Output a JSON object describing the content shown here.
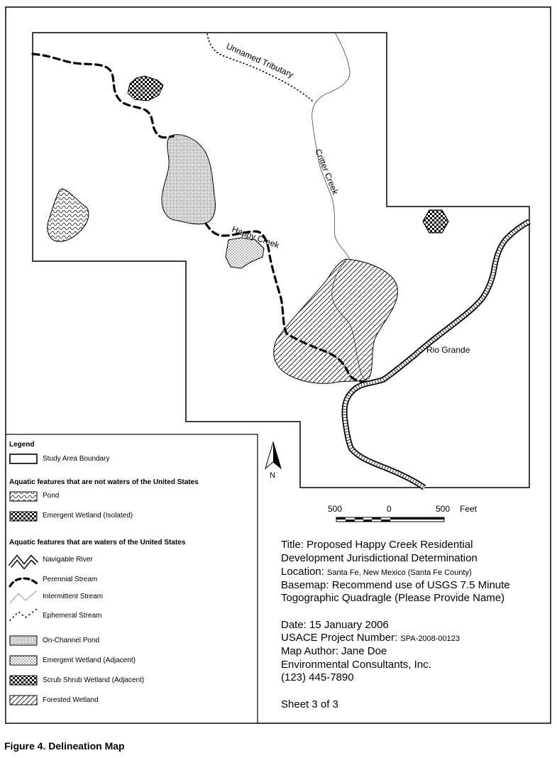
{
  "map_labels": {
    "unnamed_tributary": "Unnamed Tributary",
    "critter_creek": "Critter Creek",
    "happy_creek": "Happy Creek",
    "rio_grande": "Rio Grande",
    "north": "N"
  },
  "legend": {
    "title": "Legend",
    "study_area": "Study Area Boundary",
    "section_not_waters": "Aquatic features that are not waters of the United States",
    "pond": "Pond",
    "emergent_isolated": "Emergent Wetland (Isolated)",
    "section_waters": "Aquatic features that are waters of the United States",
    "navigable_river": "Navigable River",
    "perennial_stream": "Perennial Stream",
    "intermittent_stream": "Intermittent Stream",
    "ephemeral_stream": "Ephemeral Stream",
    "on_channel_pond": "On-Channel Pond",
    "emergent_adjacent": "Emergent Wetland (Adjacent)",
    "scrub_shrub": "Scrub Shrub Wetland (Adjacent)",
    "forested": "Forested Wetland"
  },
  "scale_bar": {
    "left": "500",
    "center": "0",
    "right": "500",
    "unit": "Feet"
  },
  "info": {
    "title_line1": "Title:  Proposed Happy Creek Residential",
    "title_line2": "Development Jurisdictional Determination",
    "location_label": "Location:",
    "location_value": "Santa Fe, New Mexico (Santa Fe County)",
    "basemap_line1": "Basemap:  Recommend use of USGS 7.5 Minute",
    "basemap_line2": "Togographic Quadragle (Please Provide Name)",
    "date": "Date:  15 January 2006",
    "project_label": "USACE Project Number:",
    "project_value": "SPA-2008-00123",
    "author": "Map Author:  Jane Doe",
    "company": "Environmental Consultants, Inc.",
    "phone": "(123) 445-7890",
    "sheet": "Sheet 3 of 3"
  },
  "caption": "Figure 4. Delineation Map"
}
